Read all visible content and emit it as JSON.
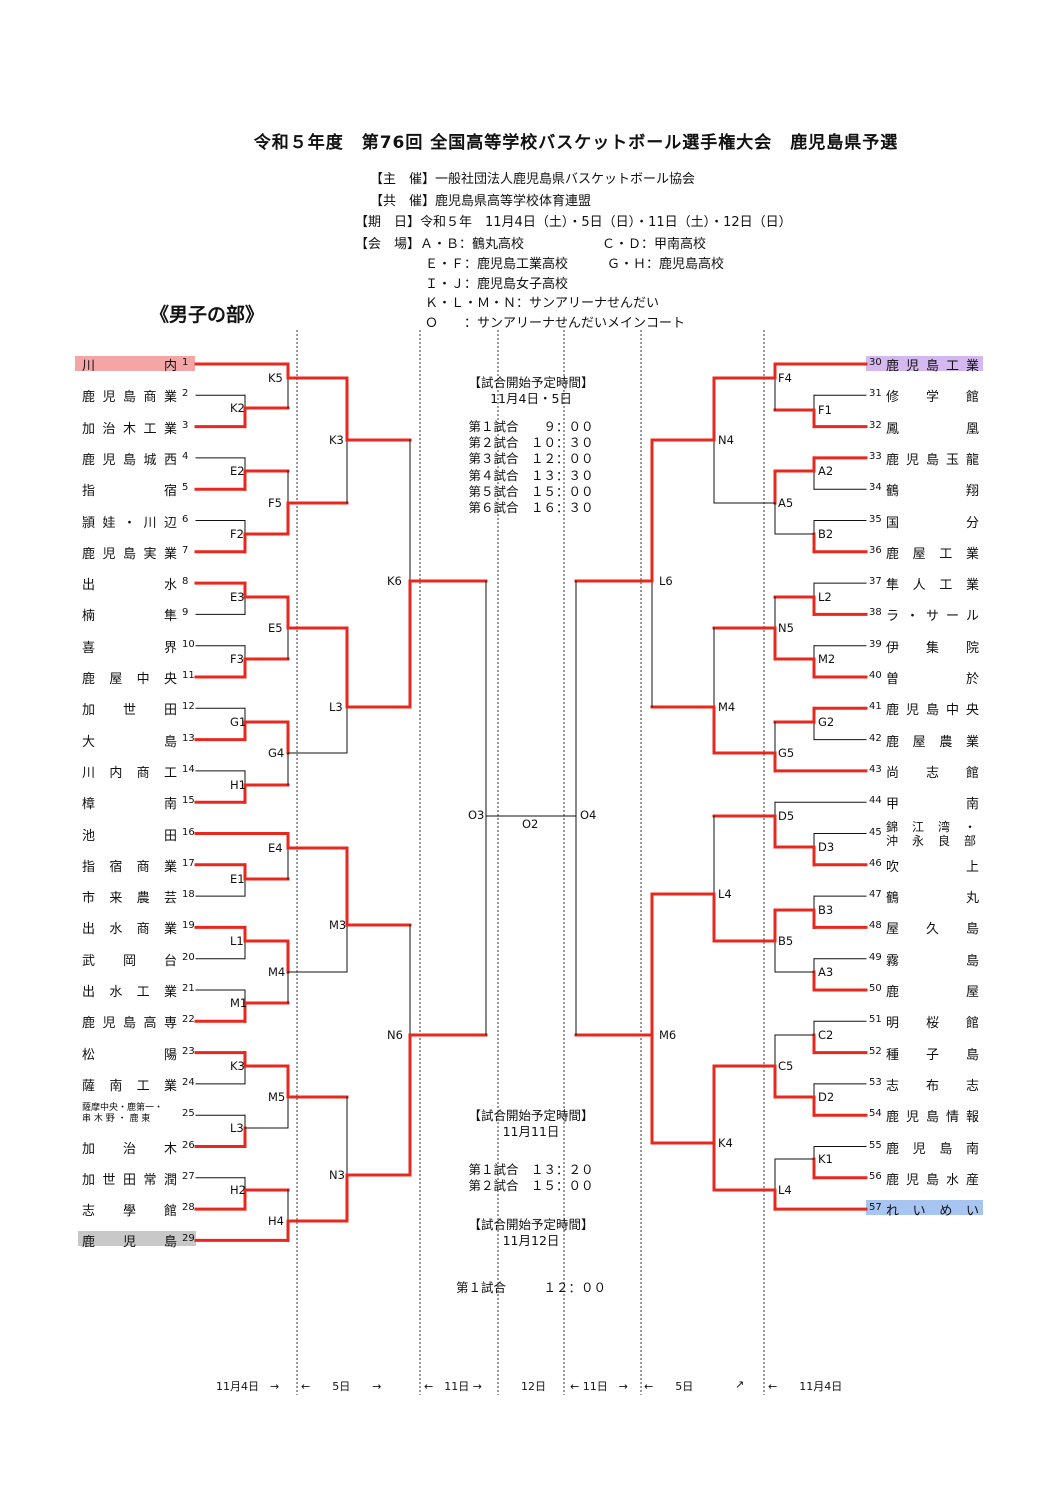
{
  "title": "令和５年度　第76回 全国高等学校バスケットボール選手権大会　鹿児島県予選",
  "info": [
    "【主　催】一般社団法人鹿児島県バスケットボール協会",
    "【共　催】鹿児島県高等学校体育連盟",
    "【期　日】令和５年　11月4日（土）・5日（日）・11日（土）・12日（日）",
    "【会　場】Ａ・Ｂ：鶴丸高校　　　　　　Ｃ・Ｄ：甲南高校",
    "Ｅ・Ｆ：鹿児島工業高校　　　Ｇ・Ｈ：鹿児島高校",
    "Ｉ・Ｊ：鹿児島女子高校",
    "Ｋ・Ｌ・Ｍ・Ｎ：サンアリーナせんだい",
    "Ｏ　　：サンアリーナせんだいメインコート"
  ],
  "section": "《男子の部》",
  "left_teams": [
    {
      "num": "1",
      "name": "川　　　内"
    },
    {
      "num": "2",
      "name": "鹿児島商業"
    },
    {
      "num": "3",
      "name": "加治木工業"
    },
    {
      "num": "4",
      "name": "鹿児島城西"
    },
    {
      "num": "5",
      "name": "指　　　宿"
    },
    {
      "num": "6",
      "name": "頴娃・川辺"
    },
    {
      "num": "7",
      "name": "鹿児島実業"
    },
    {
      "num": "8",
      "name": "出　　　水"
    },
    {
      "num": "9",
      "name": "楠　　　隼"
    },
    {
      "num": "10",
      "name": "喜　　　界"
    },
    {
      "num": "11",
      "name": "鹿屋中央"
    },
    {
      "num": "12",
      "name": "加　世　田"
    },
    {
      "num": "13",
      "name": "大　　　島"
    },
    {
      "num": "14",
      "name": "川内商工"
    },
    {
      "num": "15",
      "name": "樟　　　南"
    },
    {
      "num": "16",
      "name": "池　　　田"
    },
    {
      "num": "17",
      "name": "指宿商業"
    },
    {
      "num": "18",
      "name": "市来農芸"
    },
    {
      "num": "19",
      "name": "出水商業"
    },
    {
      "num": "20",
      "name": "武　岡　台"
    },
    {
      "num": "21",
      "name": "出水工業"
    },
    {
      "num": "22",
      "name": "鹿児島高専"
    },
    {
      "num": "23",
      "name": "松　　　陽"
    },
    {
      "num": "24",
      "name": "薩南工業"
    },
    {
      "num": "25",
      "name": "薩摩中央・鹿第一・|串 木 野 ・ 鹿 東"
    },
    {
      "num": "26",
      "name": "加　治　木"
    },
    {
      "num": "27",
      "name": "加世田常潤"
    },
    {
      "num": "28",
      "name": "志　學　館"
    },
    {
      "num": "29",
      "name": "鹿　児　島"
    }
  ],
  "right_teams": [
    {
      "num": "30",
      "name": "鹿児島工業"
    },
    {
      "num": "31",
      "name": "修　学　館"
    },
    {
      "num": "32",
      "name": "鳳　　　凰"
    },
    {
      "num": "33",
      "name": "鹿児島玉龍"
    },
    {
      "num": "34",
      "name": "鶴　　　翔"
    },
    {
      "num": "35",
      "name": "国　　　分"
    },
    {
      "num": "36",
      "name": "鹿屋工業"
    },
    {
      "num": "37",
      "name": "隼人工業"
    },
    {
      "num": "38",
      "name": "ラ・サール"
    },
    {
      "num": "39",
      "name": "伊　集　院"
    },
    {
      "num": "40",
      "name": "曽　　　於"
    },
    {
      "num": "41",
      "name": "鹿児島中央"
    },
    {
      "num": "42",
      "name": "鹿屋農業"
    },
    {
      "num": "43",
      "name": "尚　志　館"
    },
    {
      "num": "44",
      "name": "甲　　　南"
    },
    {
      "num": "45",
      "name": "錦　江　湾　・|沖　永　良　部"
    },
    {
      "num": "46",
      "name": "吹　　　上"
    },
    {
      "num": "47",
      "name": "鶴　　　丸"
    },
    {
      "num": "48",
      "name": "屋　久　島"
    },
    {
      "num": "49",
      "name": "霧　　　島"
    },
    {
      "num": "50",
      "name": "鹿　　　屋"
    },
    {
      "num": "51",
      "name": "明　桜　館"
    },
    {
      "num": "52",
      "name": "種　子　島"
    },
    {
      "num": "53",
      "name": "志　布　志"
    },
    {
      "num": "54",
      "name": "鹿児島情報"
    },
    {
      "num": "55",
      "name": "鹿児島南"
    },
    {
      "num": "56",
      "name": "鹿児島水産"
    },
    {
      "num": "57",
      "name": "れいめい"
    }
  ],
  "highlight_colors": {
    "pink": "#f4a6a6",
    "purple": "#d4b8f0",
    "gray": "#c8c8c8",
    "blue": "#a8c4f0",
    "winner": "#e8281e"
  },
  "schedule1": {
    "heading": "【試合開始予定時間】",
    "dates": "11月4日・5日",
    "games": [
      "第１試合　　９：００",
      "第２試合　１０：３０",
      "第３試合　１２：００",
      "第４試合　１３：３０",
      "第５試合　１５：００",
      "第６試合　１６：３０"
    ]
  },
  "schedule2": {
    "heading": "【試合開始予定時間】",
    "dates": "11月11日",
    "games": [
      "第１試合　１３：２０",
      "第２試合　１５：００"
    ]
  },
  "schedule3": {
    "heading": "【試合開始予定時間】",
    "dates": "11月12日",
    "games": [
      "第１試合　　　１２：００"
    ]
  },
  "center_codes": {
    "left": "O3",
    "mid": "O2",
    "right": "O4"
  },
  "footer": [
    "11月4日　→",
    "←　　5日　　→",
    "←　11日 →",
    "12日",
    "← 11日　→",
    "←　　5日",
    "↗",
    "←　　11月4日"
  ]
}
